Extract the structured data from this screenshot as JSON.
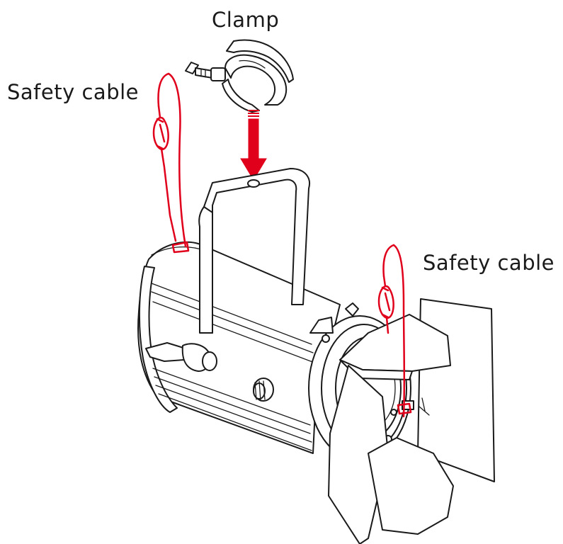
{
  "labels": {
    "clamp": "Clamp",
    "safety_cable_left": "Safety cable",
    "safety_cable_right": "Safety cable"
  },
  "colors": {
    "accent": "#e0001b",
    "line": "#1a1a1a",
    "background": "#ffffff"
  }
}
